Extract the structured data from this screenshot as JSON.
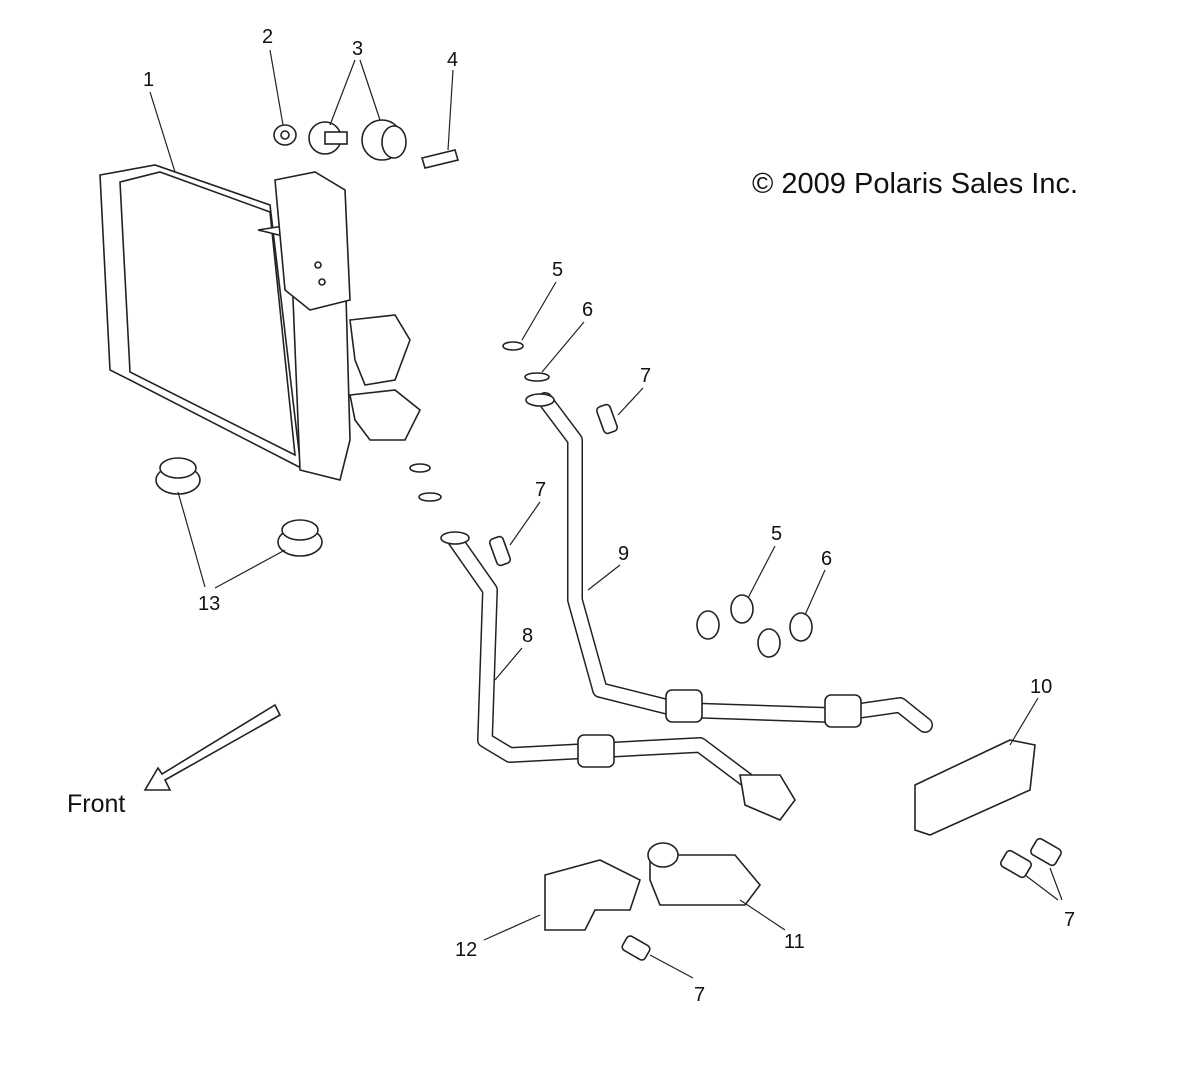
{
  "copyright": "© 2009 Polaris Sales Inc.",
  "direction_label": "Front",
  "callouts": {
    "c1": "1",
    "c2": "2",
    "c3": "3",
    "c4": "4",
    "c5a": "5",
    "c6a": "6",
    "c7a": "7",
    "c7b": "7",
    "c9": "9",
    "c8": "8",
    "c5b": "5",
    "c6b": "6",
    "c10": "10",
    "c13": "13",
    "c7c": "7",
    "c11": "11",
    "c12": "12",
    "c7d": "7"
  }
}
